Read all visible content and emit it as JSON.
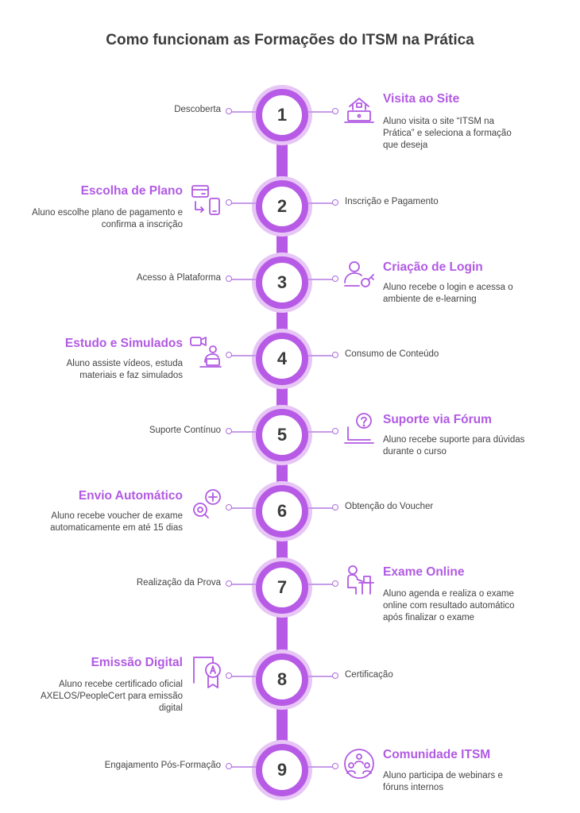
{
  "title": "Como funcionam as Formações do ITSM na Prática",
  "colors": {
    "accent": "#b75be6",
    "accent_light": "#e7c6f6",
    "title_color": "#b15ae3"
  },
  "steps": [
    {
      "number": "1",
      "phase": "Descoberta",
      "title": "Visita ao Site",
      "description": "Aluno visita o site “ITSM na Prática” e seleciona a formação que deseja",
      "icon": "house-laptop-icon"
    },
    {
      "number": "2",
      "phase": "Inscrição e Pagamento",
      "title": "Escolha de Plano",
      "description": "Aluno escolhe plano de pagamento e confirma a inscrição",
      "icon": "card-phone-icon"
    },
    {
      "number": "3",
      "phase": "Acesso à Plataforma",
      "title": "Criação de Login",
      "description": "Aluno recebe o login e acessa o ambiente de e-learning",
      "icon": "user-key-icon"
    },
    {
      "number": "4",
      "phase": "Consumo de Conteúdo",
      "title": "Estudo e Simulados",
      "description": "Aluno assiste vídeos, estuda materiais e faz simulados",
      "icon": "video-study-icon"
    },
    {
      "number": "5",
      "phase": "Suporte Contínuo",
      "title": "Suporte via Fórum",
      "description": "Aluno recebe suporte para dúvidas durante o curso",
      "icon": "question-laptop-icon"
    },
    {
      "number": "6",
      "phase": "Obtenção do Voucher",
      "title": "Envio Automático",
      "description": "Aluno recebe voucher de exame automaticamente em até 15 dias",
      "icon": "search-plus-icon"
    },
    {
      "number": "7",
      "phase": "Realização da Prova",
      "title": "Exame Online",
      "description": "Aluno agenda e realiza o exame online com resultado automático após finalizar o exame",
      "icon": "person-desk-icon"
    },
    {
      "number": "8",
      "phase": "Certificação",
      "title": "Emissão Digital",
      "description": "Aluno recebe certificado oficial AXELOS/PeopleCert para emissão digital",
      "icon": "certificate-badge-icon"
    },
    {
      "number": "9",
      "phase": "Engajamento Pós-Formação",
      "title": "Comunidade ITSM",
      "description": "Aluno participa de webinars e fóruns internos",
      "icon": "community-people-icon"
    }
  ]
}
